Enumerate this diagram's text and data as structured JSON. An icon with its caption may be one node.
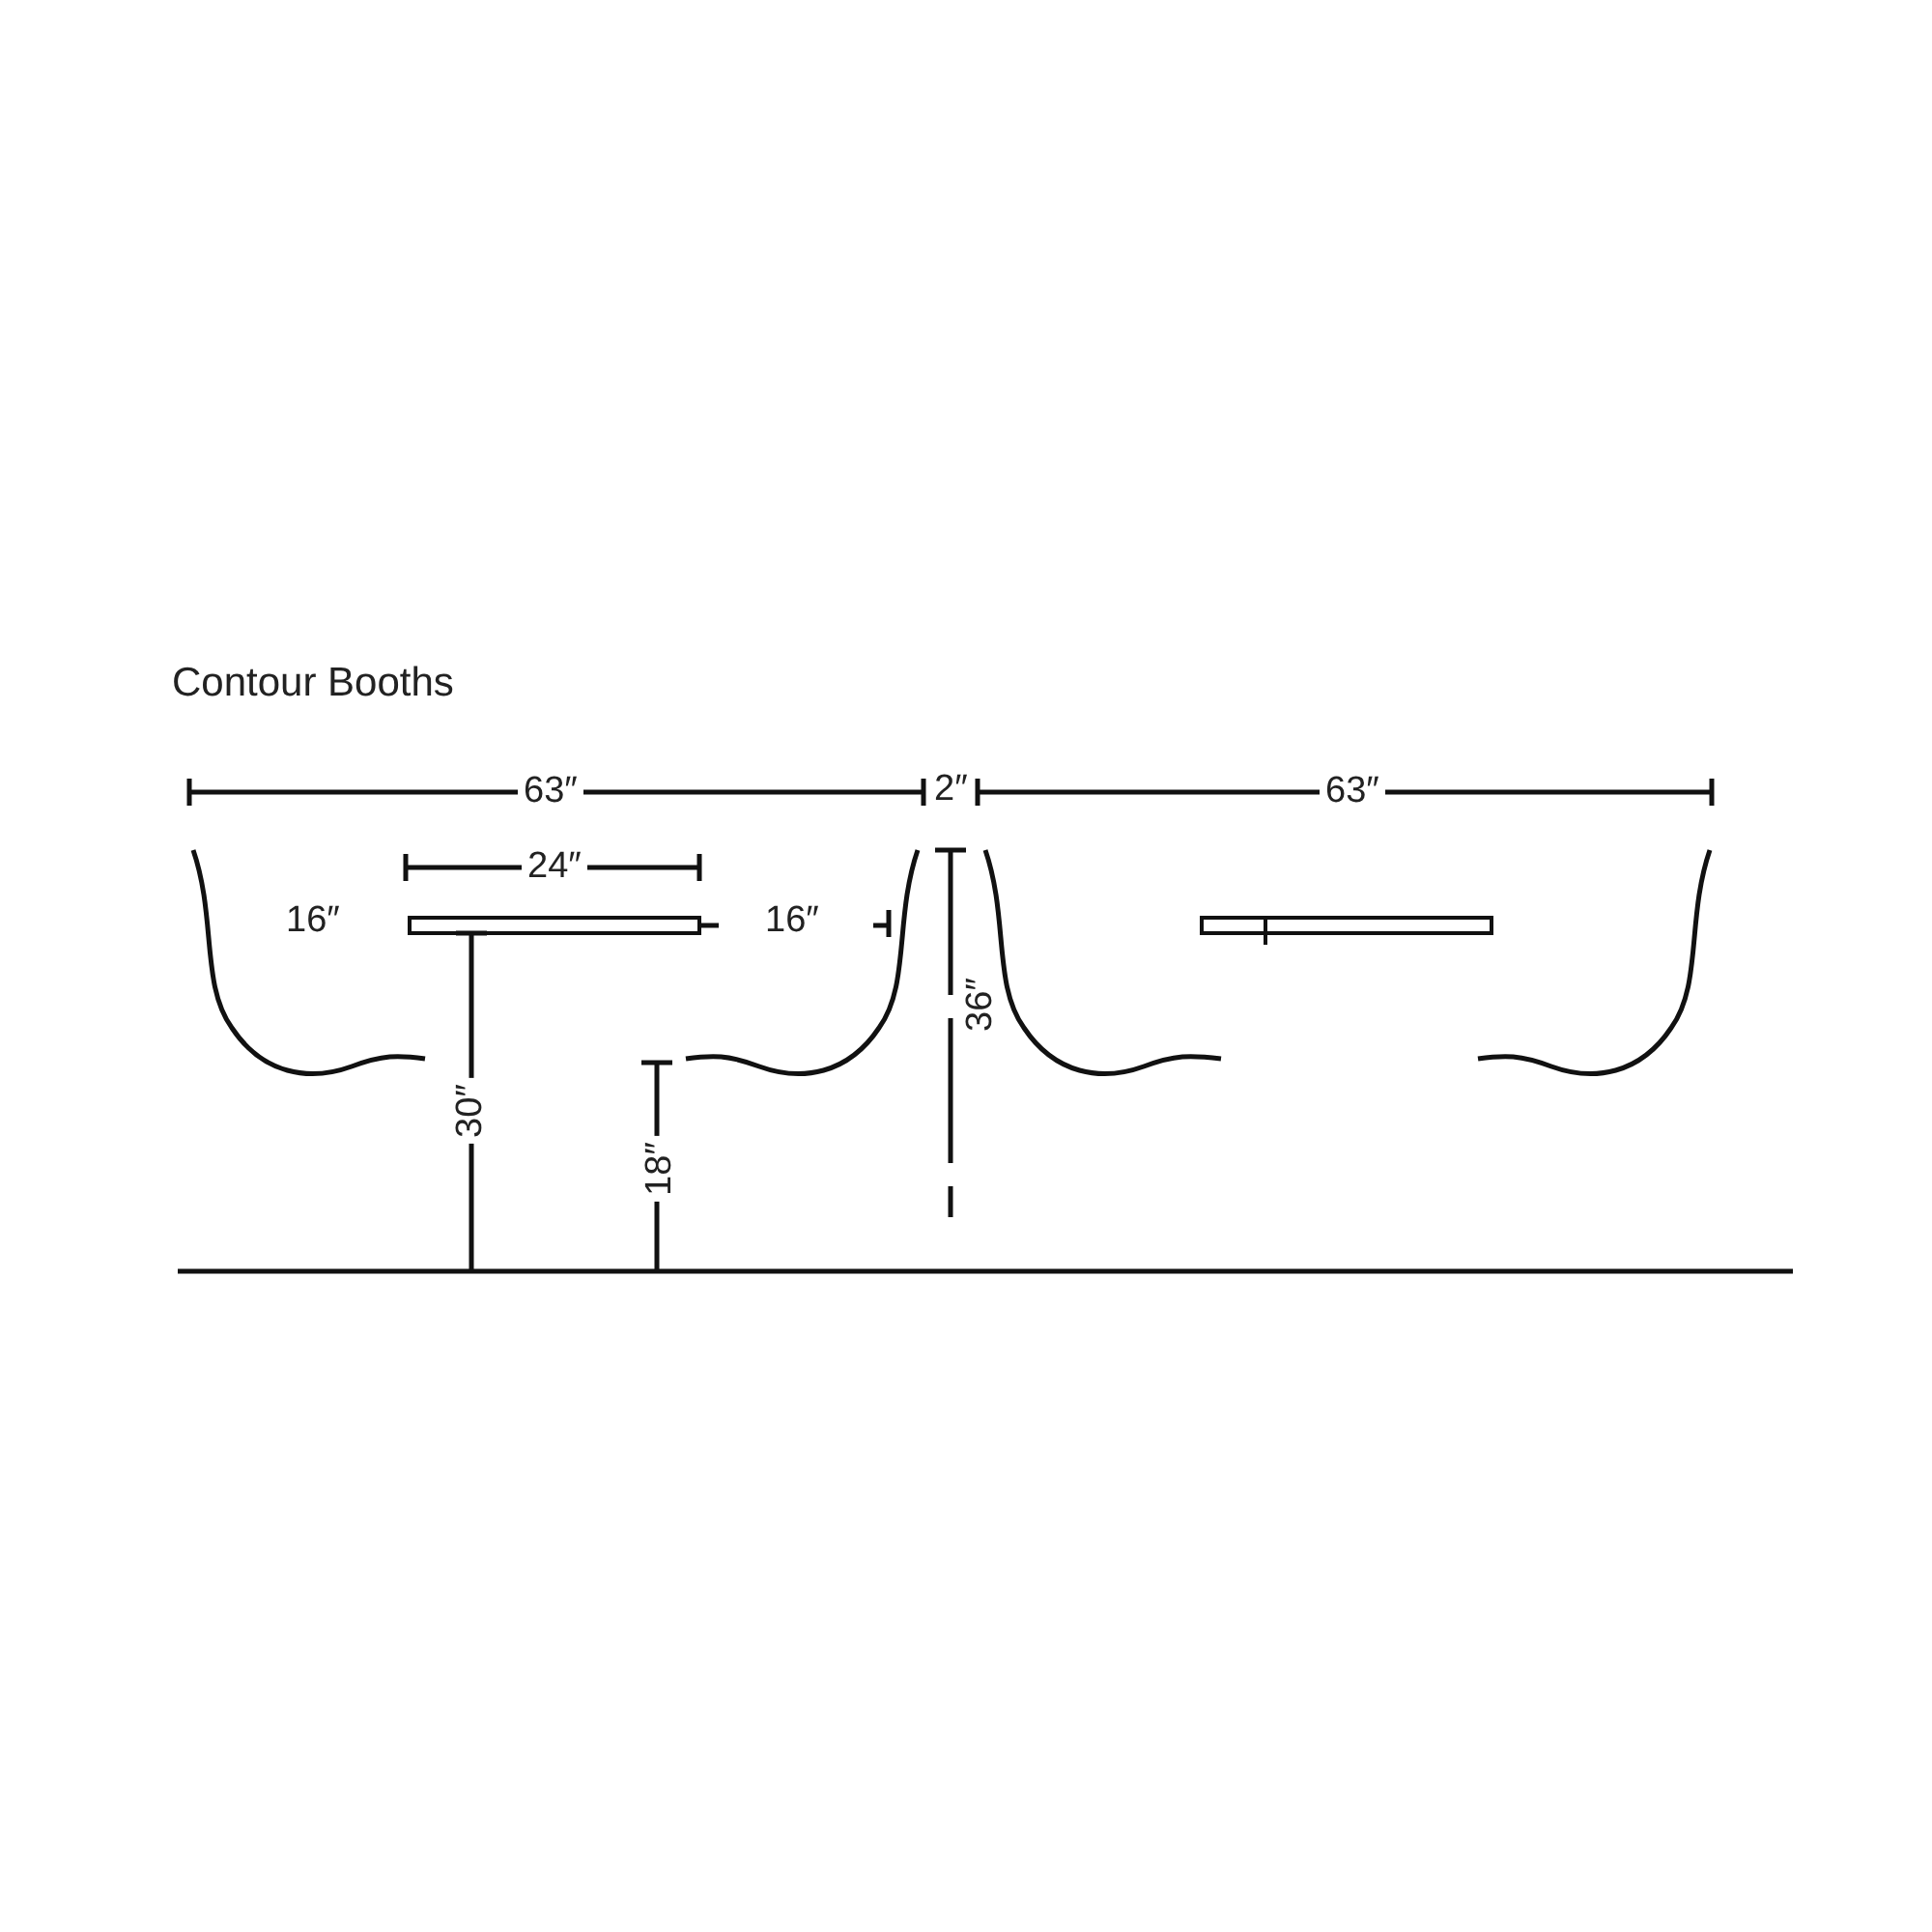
{
  "diagram": {
    "title": "Contour Booths",
    "labels": [
      "63″",
      "2″",
      "63″",
      "24″",
      "16″",
      "16″",
      "36″",
      "30″",
      "18″"
    ]
  }
}
